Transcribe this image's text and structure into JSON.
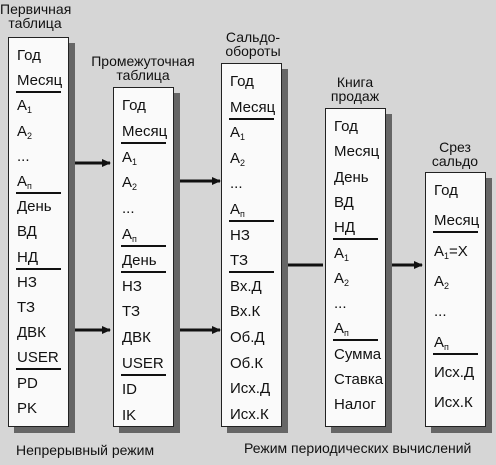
{
  "tables": [
    {
      "id": "primary",
      "title": "Первичная\nтаблица",
      "fields": [
        "Год",
        "Месяц",
        "A1",
        "A2",
        "...",
        "An",
        "День",
        "ВД",
        "НД",
        "НЗ",
        "ТЗ",
        "ДВК",
        "USER",
        "PD",
        "PK"
      ],
      "underlined": [
        "Месяц",
        "An",
        "НД",
        "USER"
      ]
    },
    {
      "id": "intermediate",
      "title": "Промежуточная\nтаблица",
      "fields": [
        "Год",
        "Месяц",
        "A1",
        "A2",
        "...",
        "An",
        "День",
        "НЗ",
        "ТЗ",
        "ДВК",
        "USER",
        "ID",
        "IK"
      ],
      "underlined": [
        "Месяц",
        "An",
        "День",
        "USER"
      ]
    },
    {
      "id": "balance",
      "title": "Сальдо-\nобороты",
      "fields": [
        "Год",
        "Месяц",
        "A1",
        "A2",
        "...",
        "An",
        "НЗ",
        "ТЗ",
        "Вх.Д",
        "Вх.К",
        "Об.Д",
        "Об.К",
        "Исх.Д",
        "Исх.К"
      ],
      "underlined": [
        "Месяц",
        "An",
        "ТЗ"
      ]
    },
    {
      "id": "sales-book",
      "title": "Книга\nпродаж",
      "fields": [
        "Год",
        "Месяц",
        "День",
        "ВД",
        "НД",
        "A1",
        "A2",
        "...",
        "An",
        "Сумма",
        "Ставка",
        "Налог"
      ],
      "underlined": [
        "НД",
        "An"
      ]
    },
    {
      "id": "balance-slice",
      "title": "Срез\nсальдо",
      "fields": [
        "Год",
        "Месяц",
        "A1=X",
        "A2",
        "...",
        "An",
        "Исх.Д",
        "Исх.К"
      ],
      "underlined": [
        "Месяц",
        "An"
      ]
    }
  ],
  "captions": {
    "continuous": "Непрерывный режим",
    "periodic": "Режим периодических вычислений"
  }
}
